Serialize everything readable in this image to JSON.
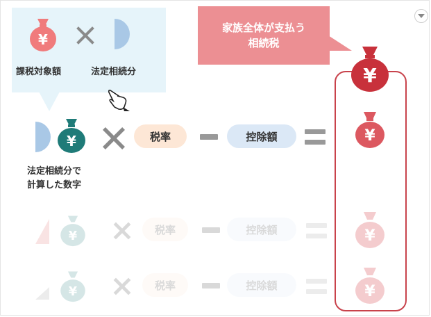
{
  "callout": {
    "text": "家族全体が支払う\n相続税",
    "line1": "家族全体が支払う",
    "line2": "相続税"
  },
  "top_bubble": {
    "left_label": "課税対象額",
    "right_label": "法定相続分"
  },
  "formula": {
    "share_label_line1": "法定相続分で",
    "share_label_line2": "計算した数字",
    "rate": "税率",
    "deduction": "控除額"
  },
  "faded_rows": [
    {
      "rate": "税率",
      "deduction": "控除額"
    },
    {
      "rate": "税率",
      "deduction": "控除額"
    }
  ],
  "currency_symbol": "¥",
  "colors": {
    "coral_bag": "#f07b7c",
    "teal_bag": "#1f7b78",
    "dark_red_bag": "#c8313b",
    "mid_red_bag": "#dc5860",
    "share_blue": "#a9c8e6",
    "rate_pill": "#fde7d6",
    "deduction_pill": "#dbe8f6",
    "callout": "#ec8f93",
    "column_border": "#c8424b"
  },
  "icons": [
    "money-bag-icon",
    "half-circle-icon",
    "times-icon",
    "minus-icon",
    "equals-icon",
    "hand-cursor-icon",
    "dropdown-icon"
  ]
}
